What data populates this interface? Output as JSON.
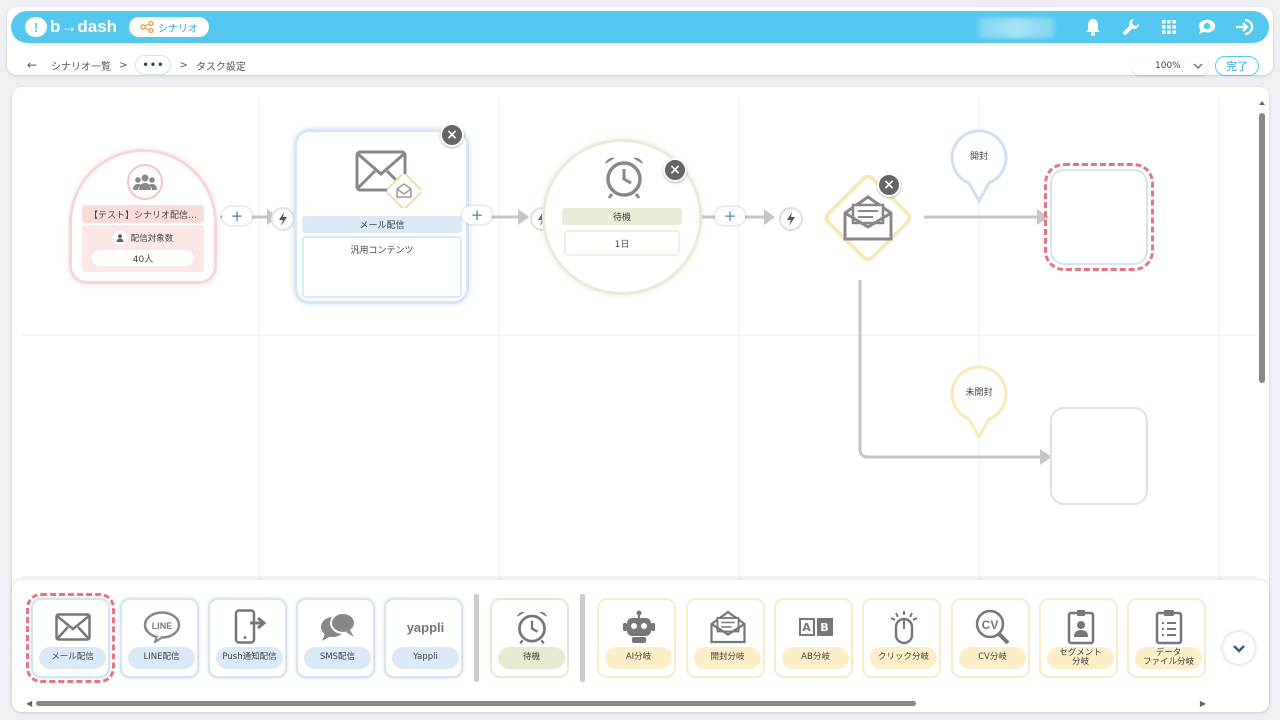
{
  "app": {
    "logo_text": "b→dash",
    "section_pill": "シナリオ"
  },
  "breadcrumb": {
    "back": "←",
    "root": "シナリオ一覧",
    "sep1": ">",
    "ellipsis": "•••",
    "sep2": ">",
    "current": "タスク設定"
  },
  "toolbar": {
    "zoom_value": "100%",
    "done_label": "完了"
  },
  "top_icons": [
    "bell-icon",
    "wrench-icon",
    "grid-icon",
    "notification-icon",
    "logout-icon"
  ],
  "canvas": {
    "start_node": {
      "title": "【テスト】シナリオ配信…",
      "sub_label": "配信対象数",
      "count": "40人"
    },
    "mail_node": {
      "label": "メール配信",
      "content": "汎用コンテンツ"
    },
    "wait_node": {
      "label": "待機",
      "value": "1日"
    },
    "branch_node": {
      "type": "開封分岐"
    },
    "branch_opened": {
      "label": "開封"
    },
    "branch_unopened": {
      "label": "未開封"
    },
    "plus": "+",
    "close": "×"
  },
  "palette": {
    "channel_tiles": [
      {
        "label": "メール配信",
        "icon": "mail-icon"
      },
      {
        "label": "LINE配信",
        "icon": "line-icon"
      },
      {
        "label": "Push通知配信",
        "icon": "push-icon"
      },
      {
        "label": "SMS配信",
        "icon": "sms-icon"
      },
      {
        "label": "Yappli",
        "icon": "yappli-icon",
        "icon_text": "yappli"
      }
    ],
    "wait_tiles": [
      {
        "label": "待機",
        "icon": "alarm-clock-icon"
      }
    ],
    "branch_tiles": [
      {
        "label": "AI分岐",
        "icon": "robot-icon"
      },
      {
        "label": "開封分岐",
        "icon": "open-mail-icon"
      },
      {
        "label": "AB分岐",
        "icon": "ab-icon",
        "icon_text": "A B"
      },
      {
        "label": "クリック分岐",
        "icon": "mouse-icon"
      },
      {
        "label": "CV分岐",
        "icon": "cv-icon",
        "icon_text": "CV"
      },
      {
        "label": "セグメント\n分岐",
        "icon": "badge-icon"
      },
      {
        "label": "データ\nファイル分岐",
        "icon": "clipboard-icon"
      }
    ]
  },
  "colors": {
    "accent": "#55c8f0",
    "selection": "#e87482"
  }
}
